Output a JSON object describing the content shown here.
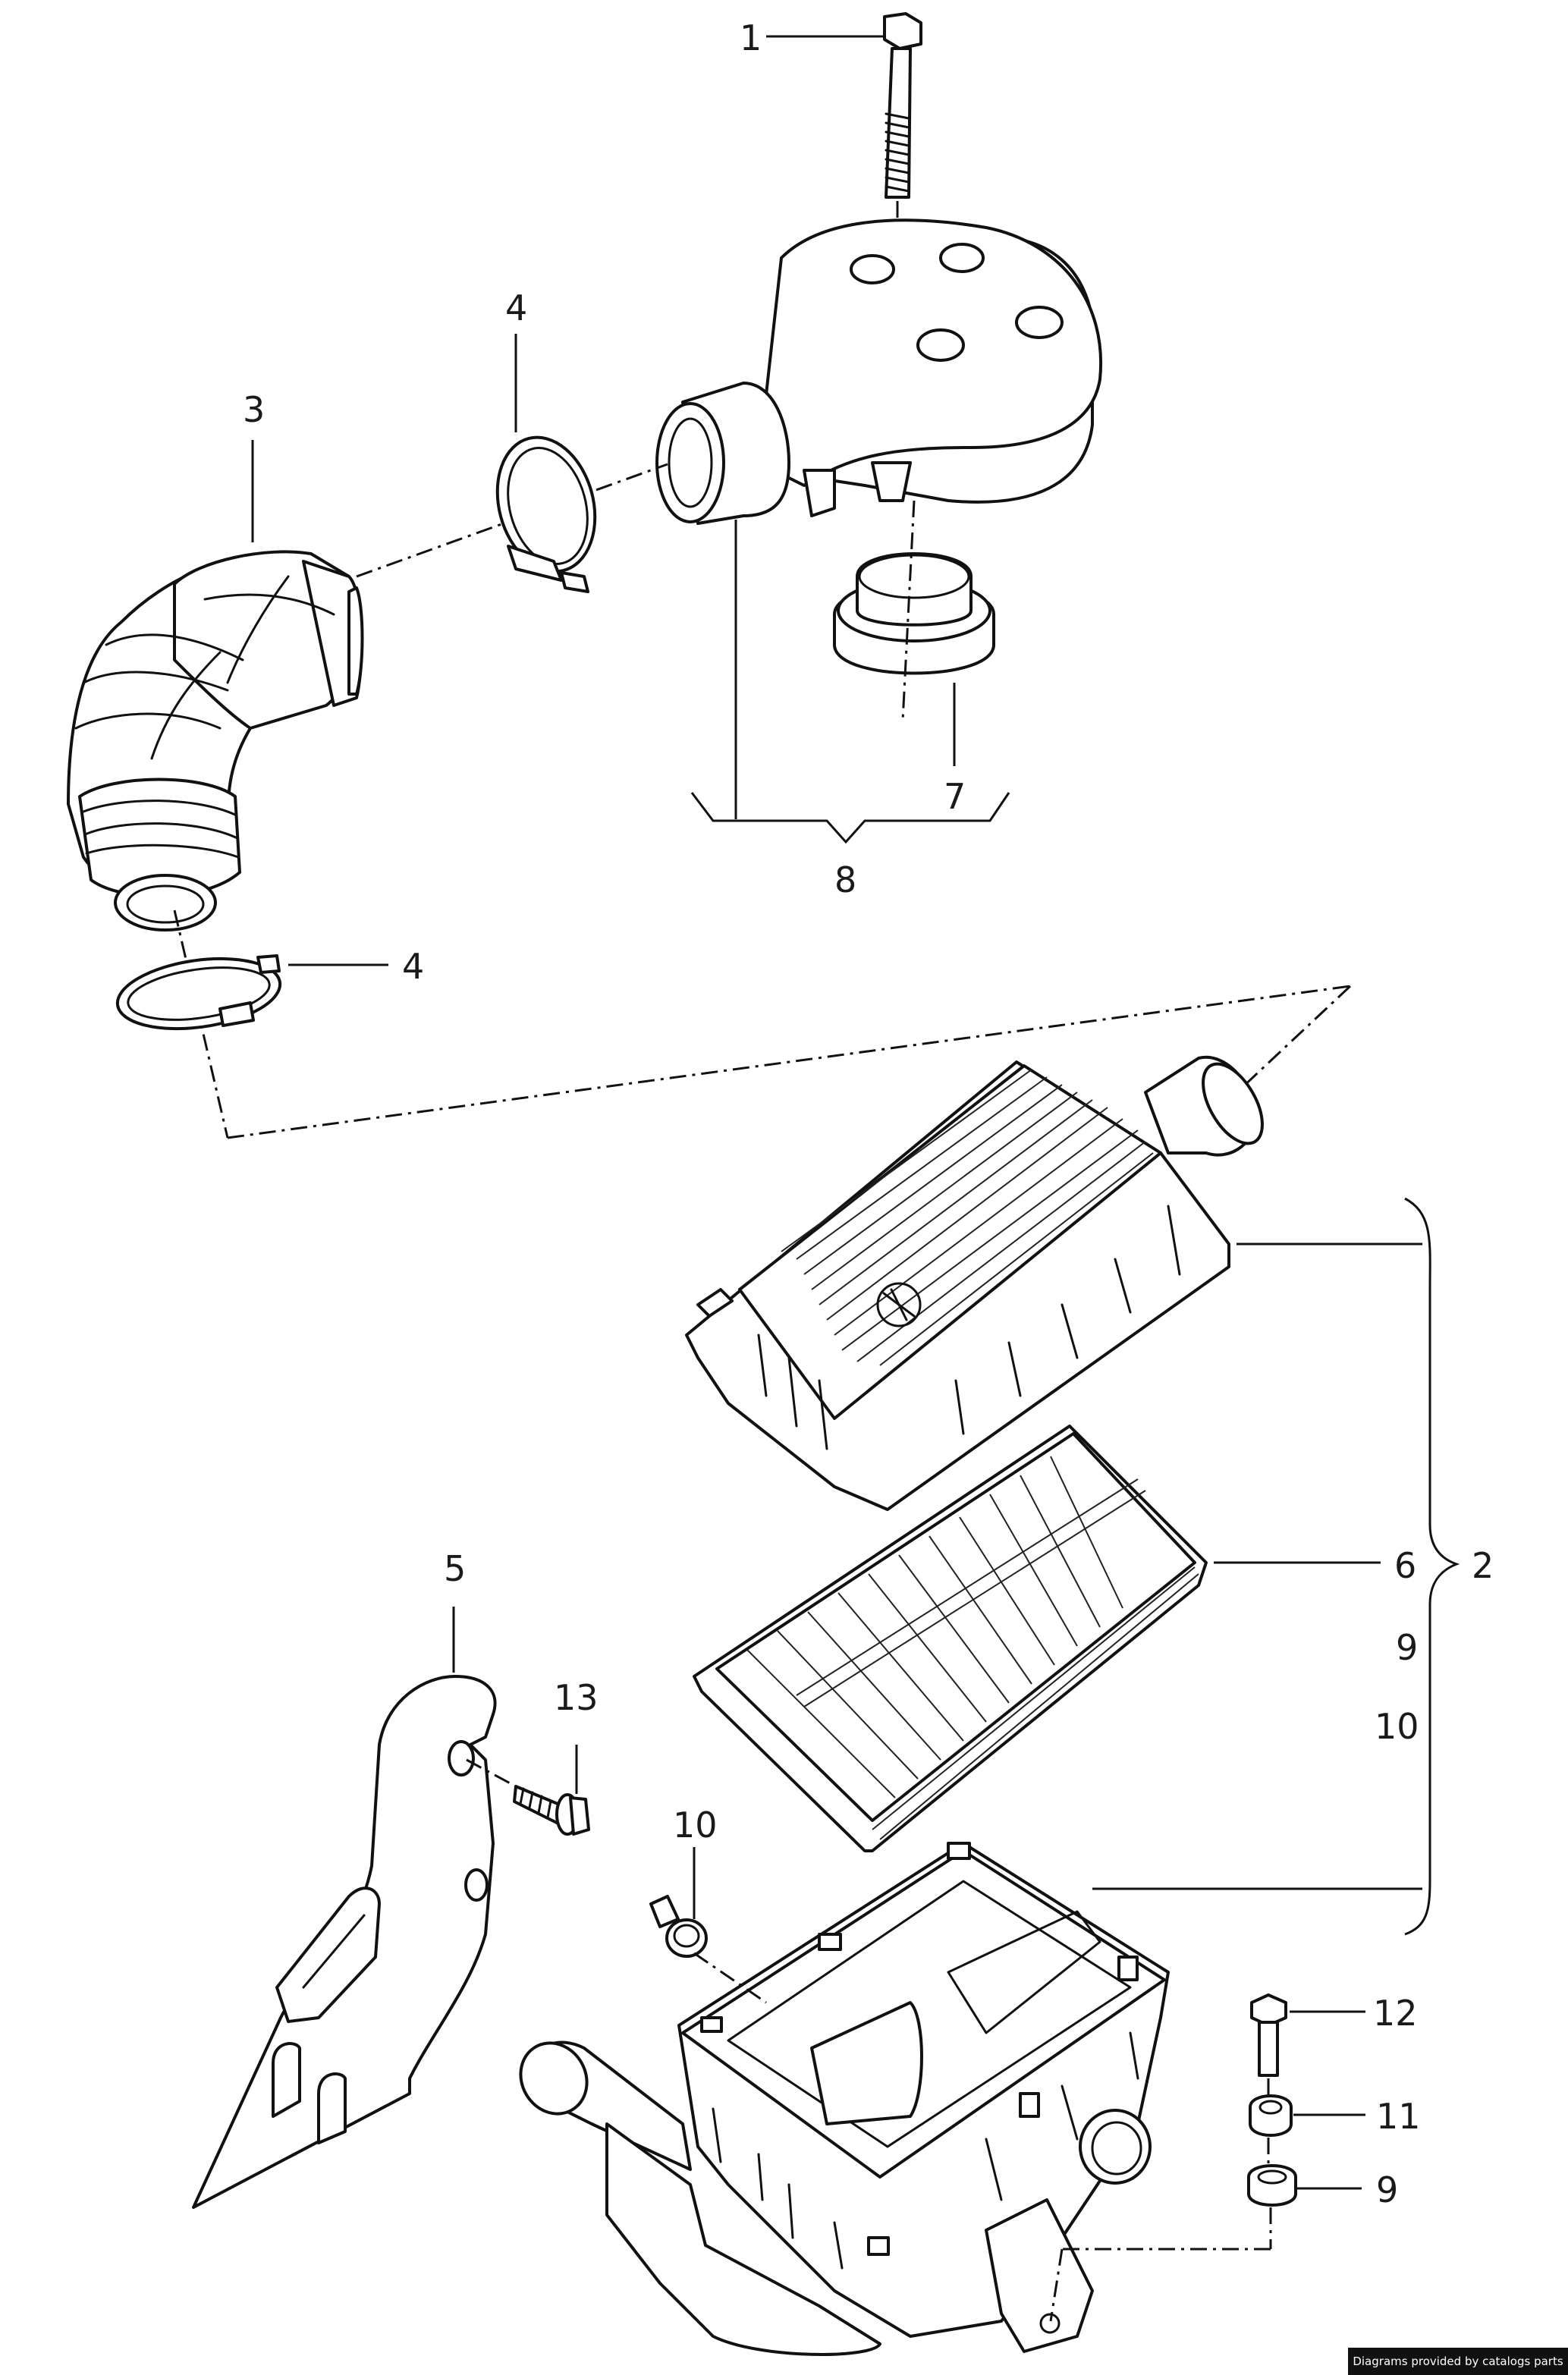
{
  "callouts": {
    "c1": "1",
    "c2": "2",
    "c3": "3",
    "c4_top": "4",
    "c4_bottom": "4",
    "c5": "5",
    "c6": "6",
    "c7": "7",
    "c8": "8",
    "c9_group": "9",
    "c10_group": "10",
    "c10": "10",
    "c11": "11",
    "c12": "12",
    "c13": "13",
    "c9": "9"
  },
  "footer": {
    "credit": "Diagrams provided by catalogs parts"
  }
}
